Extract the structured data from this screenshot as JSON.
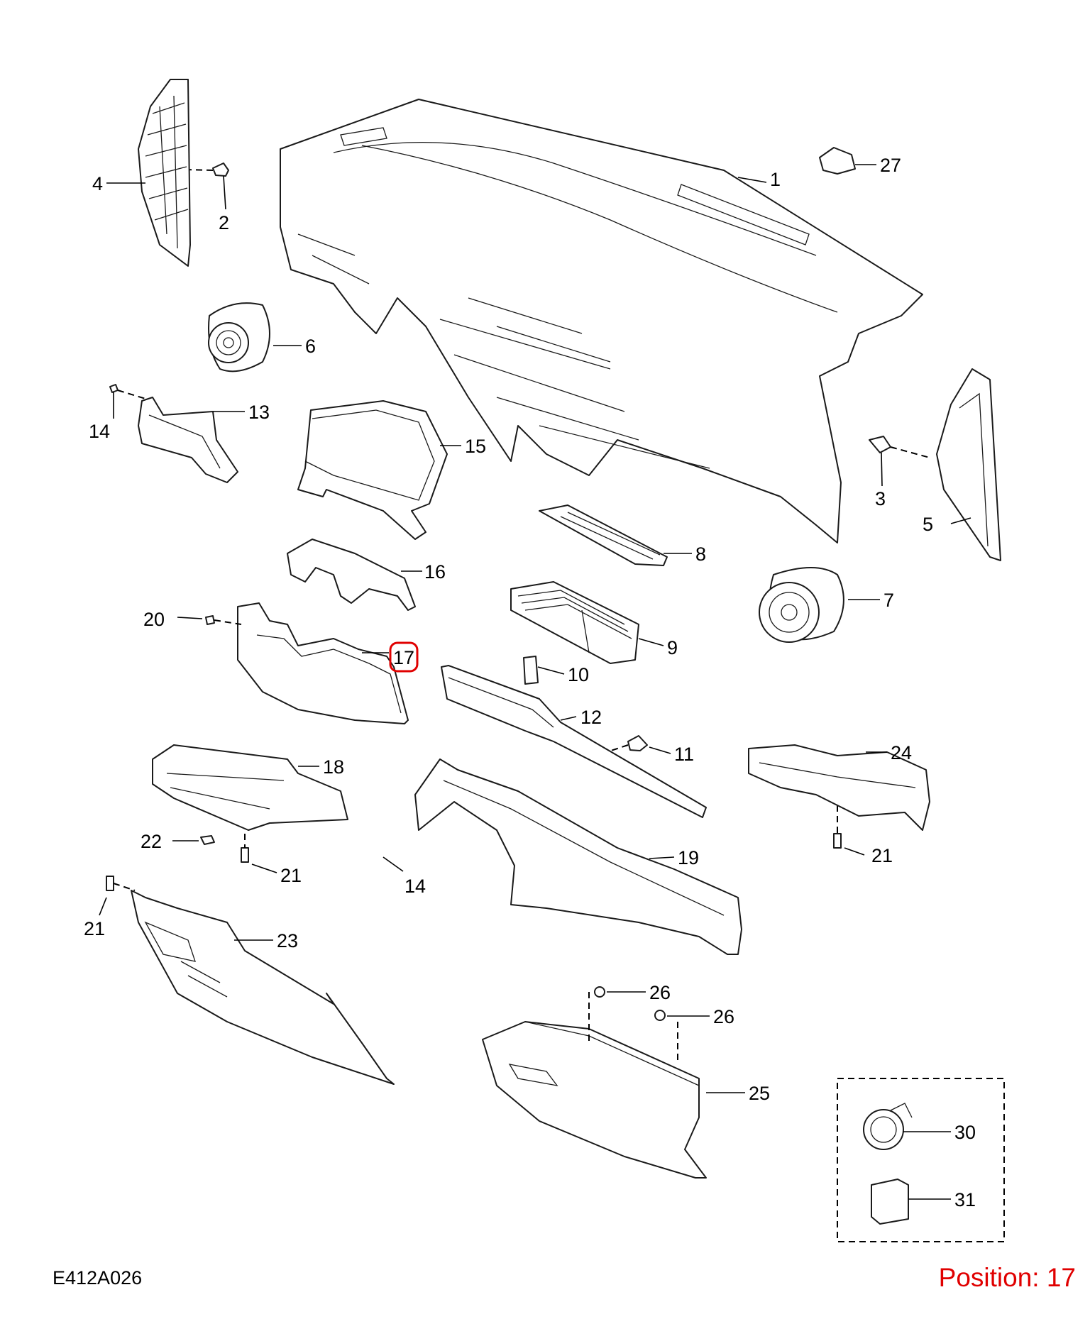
{
  "diagram": {
    "code": "E412A026",
    "position_label": "Position: 17",
    "highlight_color": "#e00000",
    "callouts": {
      "c1": "1",
      "c2": "2",
      "c3": "3",
      "c4": "4",
      "c5": "5",
      "c6": "6",
      "c7": "7",
      "c8": "8",
      "c9": "9",
      "c10": "10",
      "c11": "11",
      "c12": "12",
      "c13": "13",
      "c14a": "14",
      "c14b": "14",
      "c15": "15",
      "c16": "16",
      "c17": "17",
      "c18": "18",
      "c19": "19",
      "c20": "20",
      "c21a": "21",
      "c21b": "21",
      "c21c": "21",
      "c22": "22",
      "c23": "23",
      "c24": "24",
      "c25": "25",
      "c26a": "26",
      "c26b": "26",
      "c27": "27",
      "c30": "30",
      "c31": "31"
    }
  }
}
